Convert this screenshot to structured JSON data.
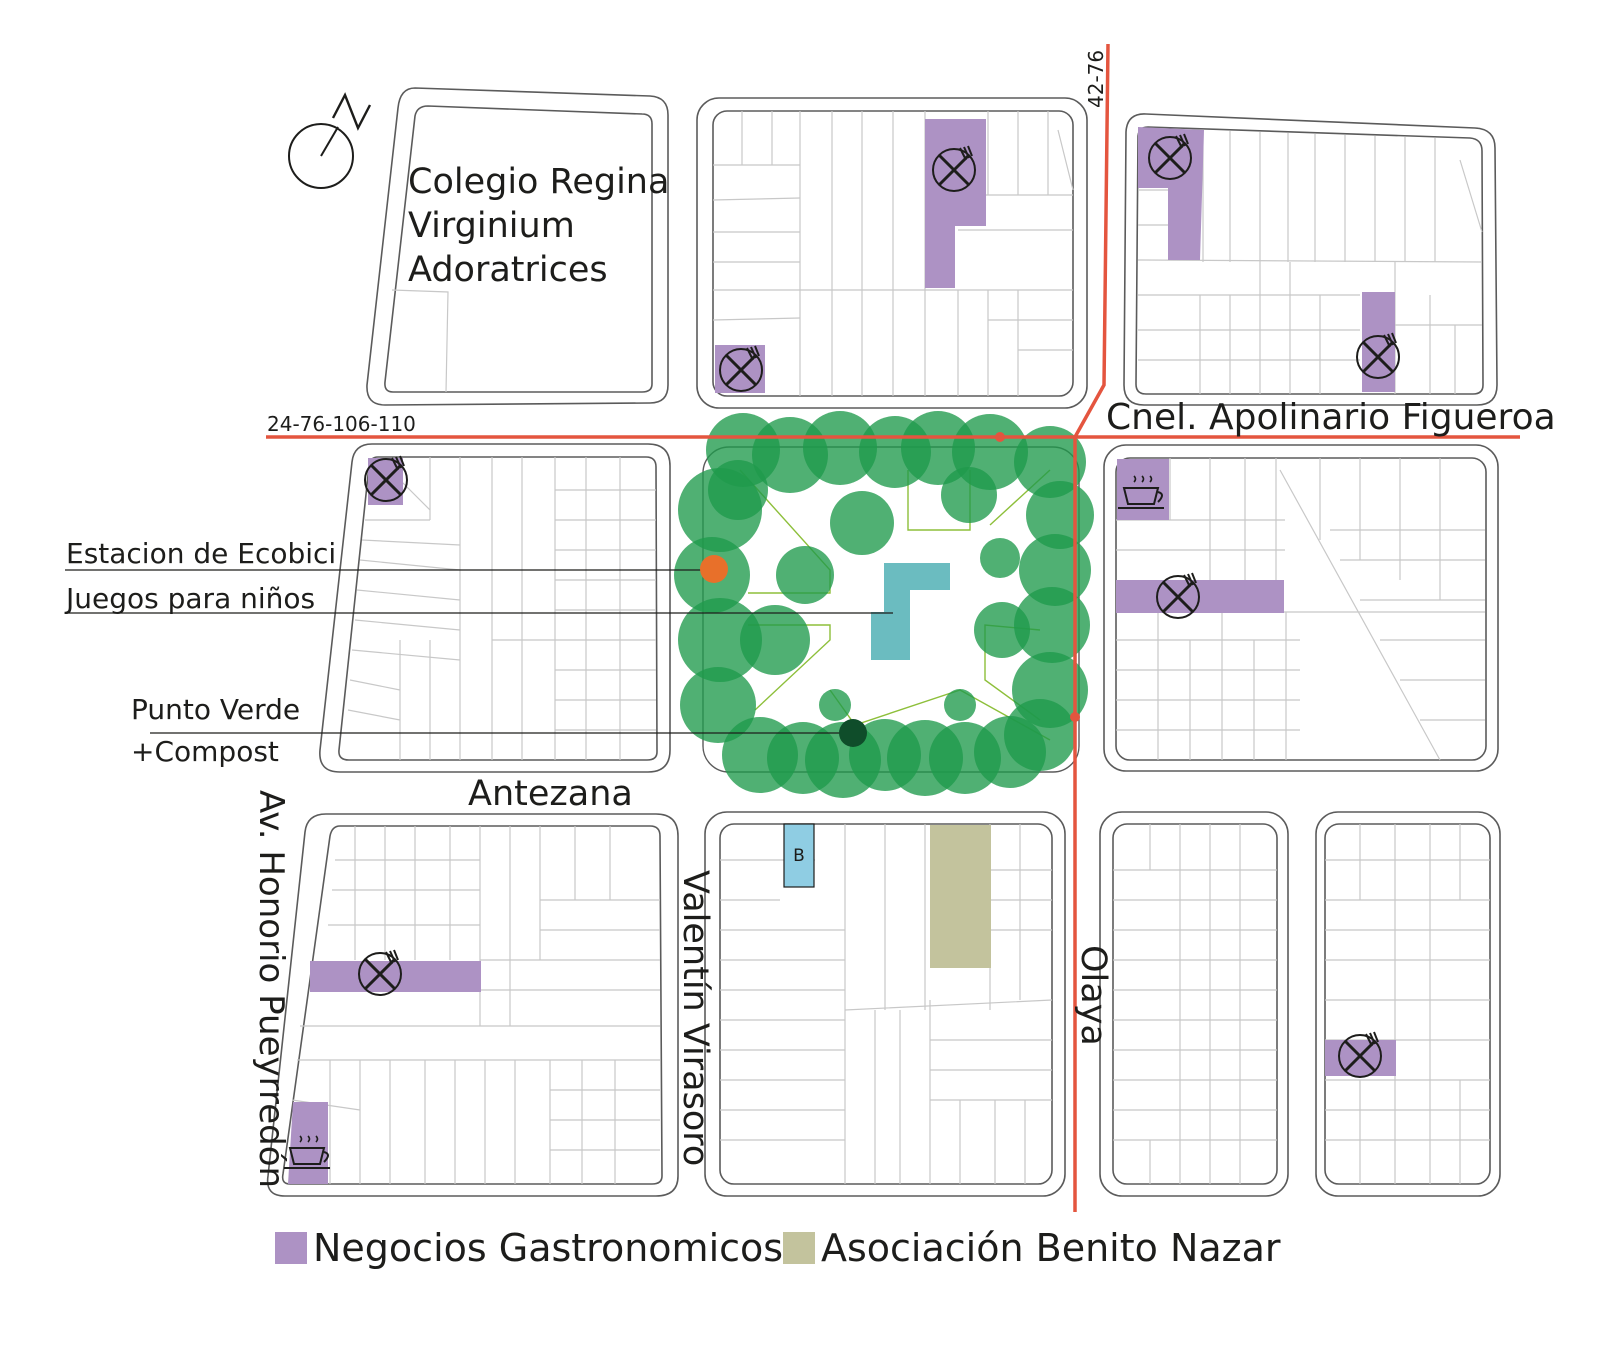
{
  "blocks": {
    "school_name": "Colegio Regina Virginium Adoratrices"
  },
  "points_of_interest": [
    {
      "id": "ecobici",
      "label": "Estacion de Ecobici",
      "color": "#e8702a"
    },
    {
      "id": "juegos",
      "label": "Juegos para niños",
      "color": "#6bbcc0"
    },
    {
      "id": "punto_verde",
      "label": "Punto Verde",
      "color": "#0f4d2a"
    },
    {
      "id": "compost",
      "label": "+Compost"
    }
  ],
  "streets": {
    "cnel": "Cnel. Apolinario Figueroa",
    "antezana": "Antezana",
    "pueyrredon": "Av. Honorio Pueyrredón",
    "virasoro": "Valentín Virasoro",
    "olaya": "Olaya"
  },
  "bus_lines": {
    "horizontal": "24-76-106-110",
    "vertical": "42-76",
    "color": "#e4553f"
  },
  "bike_station_marker": "B",
  "icons": [
    "restaurant-icon",
    "cafe-icon",
    "compass-icon"
  ],
  "legend": [
    {
      "label": "Negocios Gastronomicos",
      "color": "#ad92c4"
    },
    {
      "label": "Asociación Benito Nazar",
      "color": "#c3c39d"
    }
  ],
  "colors": {
    "park_trees": "#1f9a4c",
    "park_path": "#8dbf3a",
    "block_outline": "#5b5b5b",
    "lot_lines": "#c8c8c8",
    "bike_box": "#8fcde3"
  }
}
